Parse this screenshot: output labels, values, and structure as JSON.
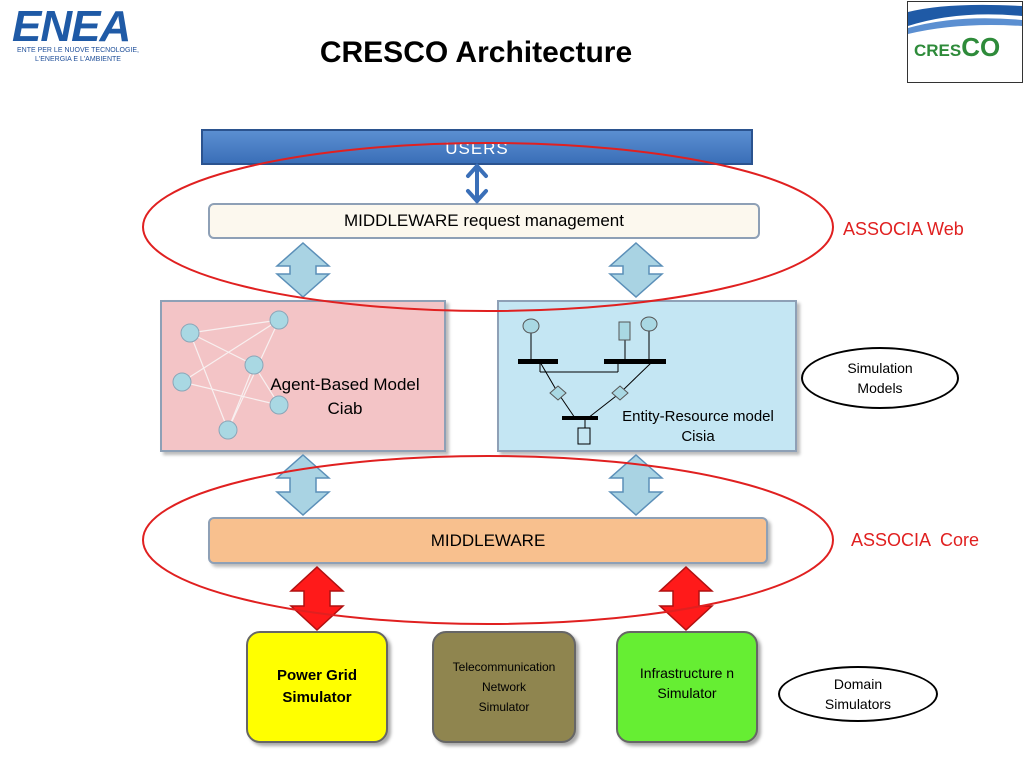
{
  "header": {
    "enea_logo_text": "ENEA",
    "enea_subtitle_line1": "ENTE PER LE NUOVE TECNOLOGIE,",
    "enea_subtitle_line2": "L'ENERGIA E L'AMBIENTE",
    "title": "CRESCO Architecture",
    "cresco_logo_text_small": "CRES",
    "cresco_logo_text_large": "CO"
  },
  "layers": {
    "users": "USERS",
    "middleware_request": "MIDDLEWARE request management",
    "middleware_core": "MIDDLEWARE"
  },
  "models": {
    "agent_based_line1": "Agent-Based Model",
    "agent_based_line2": "Ciab",
    "entity_resource_line1": "Entity-Resource model",
    "entity_resource_line2": "Cisia"
  },
  "simulators": {
    "power_line1": "Power Grid",
    "power_line2": "Simulator",
    "telecom_line1": "Telecommunication",
    "telecom_line2": "Network",
    "telecom_line3": "Simulator",
    "infra_line1": "Infrastructure n",
    "infra_line2": "Simulator"
  },
  "side_labels": {
    "associa_web": "ASSOCIA Web",
    "associa_core": "ASSOCIA  Core",
    "simulation_models_line1": "Simulation",
    "simulation_models_line2": "Models",
    "domain_simulators_line1": "Domain",
    "domain_simulators_line2": "Simulators"
  },
  "colors": {
    "users_bar": "#3a6fb8",
    "middleware_request": "#fcf8ee",
    "agent_box": "#f3c4c6",
    "entity_box": "#c4e6f3",
    "middleware_core": "#f8c08e",
    "power_sim": "#ffff00",
    "telecom_sim": "#8f854f",
    "infra_sim": "#66ee33",
    "ellipse": "#e02020",
    "arrow_light": "#a9d3e3",
    "arrow_red": "#ff1a1a"
  }
}
